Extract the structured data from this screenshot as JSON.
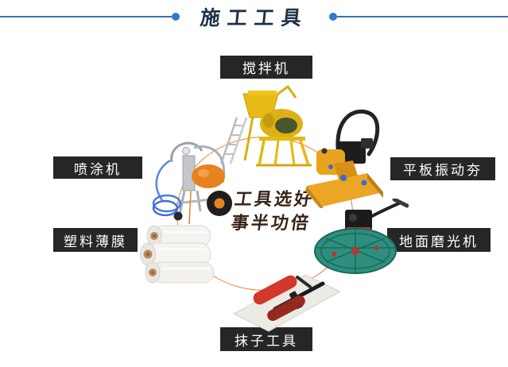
{
  "header": {
    "title": "施工工具"
  },
  "center": {
    "line1": "工具选好",
    "line2": "事半功倍"
  },
  "labels": {
    "mixer": "搅拌机",
    "sprayer": "喷涂机",
    "plastic_film": "塑料薄膜",
    "plate_compactor": "平板振动夯",
    "floor_polisher": "地面磨光机",
    "trowel_tools": "抹子工具"
  },
  "icons": {
    "mixer_image": "concrete-mixer",
    "sprayer_image": "airless-spray-machine",
    "plastic_film_image": "plastic-film-rolls",
    "plate_compactor_image": "plate-compactor",
    "floor_polisher_image": "power-trowel-machine",
    "trowel_tools_image": "hand-trowels"
  },
  "colors": {
    "header_line": "#3a72ad",
    "header_dot": "#2e7ad1",
    "title_text": "#1c3147",
    "label_bg": "#262626",
    "label_text": "#ffffff",
    "ring_orange": "#e8832a",
    "slogan_text": "#3a2417",
    "machine_yellow": "#e6b516",
    "motor_orange": "#e8821e",
    "trowel_disc_teal": "#2f8f7e",
    "handle_red": "#d4372b"
  }
}
